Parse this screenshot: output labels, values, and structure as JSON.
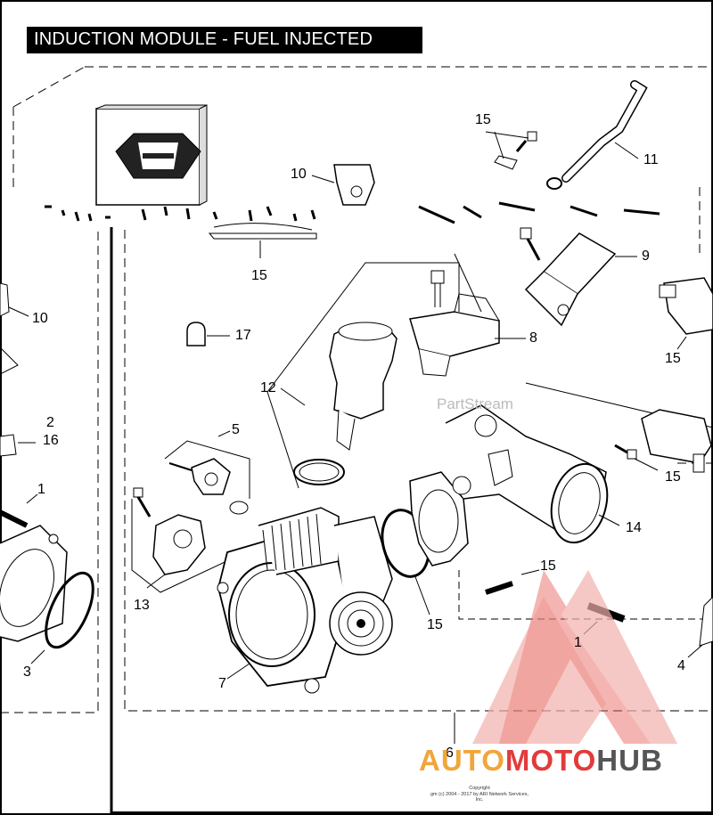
{
  "title": "INDUCTION MODULE - FUEL INJECTED",
  "watermark": "PartStream",
  "copyright": {
    "line1": "Copyright",
    "line2": "gm (c) 2004 - 2017 by ARI Network Services, Inc."
  },
  "brand": {
    "part1": "AUTO",
    "part2": "MOTO",
    "part3": "HUB"
  },
  "colors": {
    "brand_orange": "#f0a63a",
    "brand_red": "#e23b3b",
    "brand_gray": "#555555",
    "logo_fill": "#f3b1ad"
  },
  "callouts": [
    {
      "id": "c15a",
      "label": "15"
    },
    {
      "id": "c11",
      "label": "11"
    },
    {
      "id": "c10a",
      "label": "10"
    },
    {
      "id": "c15b",
      "label": "15"
    },
    {
      "id": "c9",
      "label": "9"
    },
    {
      "id": "c10b",
      "label": "10"
    },
    {
      "id": "c17",
      "label": "17"
    },
    {
      "id": "c8",
      "label": "8"
    },
    {
      "id": "c15c",
      "label": "15"
    },
    {
      "id": "c12",
      "label": "12"
    },
    {
      "id": "c2",
      "label": "2"
    },
    {
      "id": "c16",
      "label": "16"
    },
    {
      "id": "c5",
      "label": "5"
    },
    {
      "id": "c1a",
      "label": "1"
    },
    {
      "id": "c15d",
      "label": "15"
    },
    {
      "id": "c14",
      "label": "14"
    },
    {
      "id": "c15e",
      "label": "15"
    },
    {
      "id": "c13",
      "label": "13"
    },
    {
      "id": "c15f",
      "label": "15"
    },
    {
      "id": "c3",
      "label": "3"
    },
    {
      "id": "c1b",
      "label": "1"
    },
    {
      "id": "c7",
      "label": "7"
    },
    {
      "id": "c4",
      "label": "4"
    },
    {
      "id": "c6",
      "label": "6"
    }
  ]
}
